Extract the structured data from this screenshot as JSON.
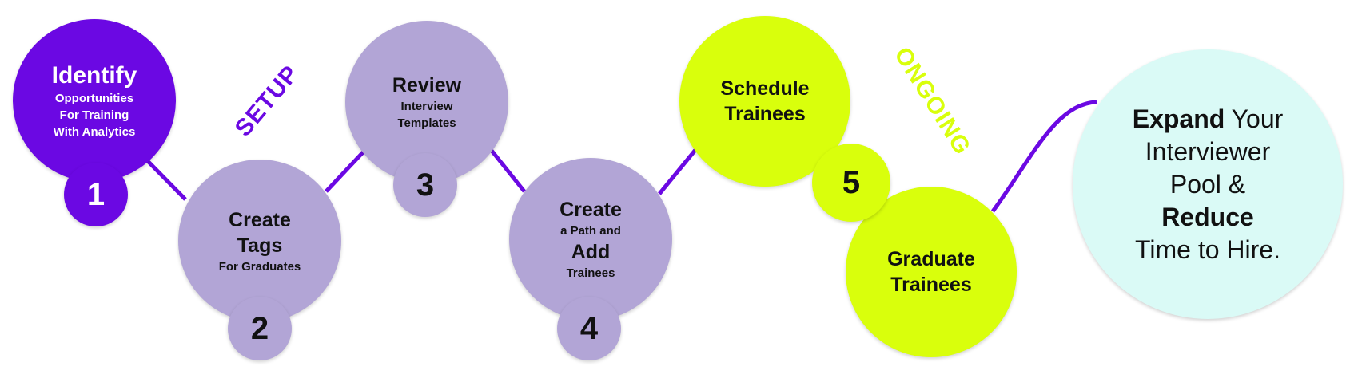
{
  "steps": [
    {
      "number": "1",
      "title": "Identify",
      "subtitle_lines": [
        "Opportunities",
        "For Training",
        "With Analytics"
      ]
    },
    {
      "number": "2",
      "title_lines": [
        "Create",
        "Tags"
      ],
      "subtitle": "For Graduates"
    },
    {
      "number": "3",
      "title": "Review",
      "subtitle_lines": [
        "Interview",
        "Templates"
      ]
    },
    {
      "number": "4",
      "title_top": "Create",
      "middle": "a Path and",
      "title_bottom": "Add",
      "subtitle": "Trainees"
    },
    {
      "number": "5",
      "title_lines": [
        "Schedule",
        "Trainees"
      ]
    },
    {
      "title_lines": [
        "Graduate",
        "Trainees"
      ]
    }
  ],
  "phases": {
    "setup": "SETUP",
    "ongoing": "ONGOING"
  },
  "outcome": {
    "expand": "Expand",
    "your": " Your",
    "interviewer": "Interviewer",
    "pool": "Pool &",
    "reduce": "Reduce",
    "time_to_hire": "Time to Hire."
  },
  "colors": {
    "purple": "#6b08e3",
    "lavender": "#b2a5d6",
    "lime": "#d9ff0c",
    "mint": "#dafaf6",
    "connector": "#6b08e3"
  }
}
